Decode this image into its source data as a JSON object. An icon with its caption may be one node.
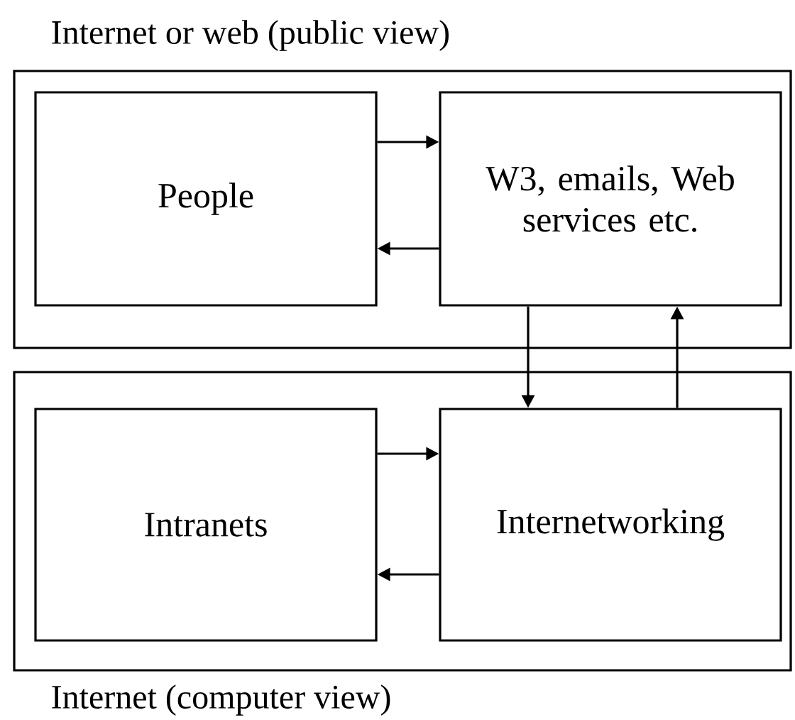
{
  "diagram": {
    "nodes": [
      {
        "text": [
          "Internet or web (public view)"
        ]
      },
      {
        "text": [
          "People"
        ],
        "in": 0
      },
      {
        "text": [
          "W3, emails, Web services etc."
        ],
        "in": 0
      },
      {
        "text": [
          "Internet (computer view)"
        ]
      },
      {
        "text": [
          "Intranets"
        ],
        "in": 3
      },
      {
        "text": [
          "Internetworking"
        ],
        "in": 3
      }
    ],
    "edges": [
      {
        "from": 1,
        "to": 2,
        "arrow": "to"
      },
      {
        "from": 2,
        "to": 1,
        "arrow": "to"
      },
      {
        "from": 2,
        "to": 5,
        "arrow": "to"
      },
      {
        "from": 5,
        "to": 2,
        "arrow": "to"
      },
      {
        "from": 4,
        "to": 5,
        "arrow": "to"
      },
      {
        "from": 5,
        "to": 4,
        "arrow": "to"
      }
    ]
  }
}
